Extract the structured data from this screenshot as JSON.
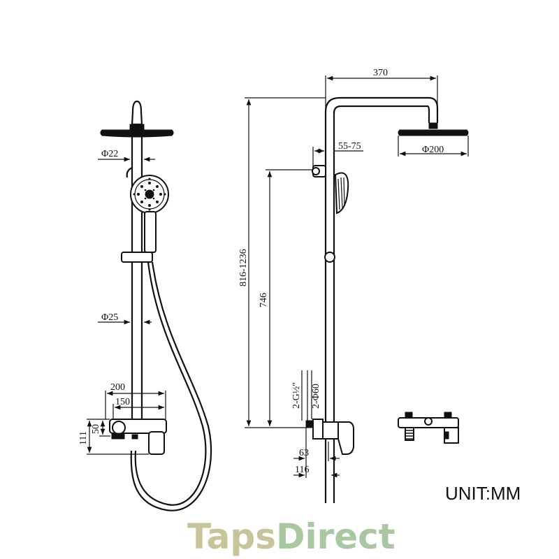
{
  "diagram": {
    "front_view": {
      "dim_head_rod_diameter": "Φ22",
      "dim_riser_diameter": "Φ25",
      "dim_valve_width_total": "200",
      "dim_valve_width_center": "150",
      "dim_valve_height_total": "111",
      "dim_valve_height_upper": "50"
    },
    "side_view": {
      "dim_arm_reach": "370",
      "dim_head_diameter": "Φ200",
      "dim_holder_offset": "55-75",
      "dim_height_range": "816-1236",
      "dim_holder_height": "746",
      "dim_inlet_thread": "2-G½\"",
      "dim_cover_diameter": "2-Φ60",
      "dim_wall_to_valve": "63",
      "dim_wall_to_riser": "116"
    },
    "unit_label": "UNIT:MM"
  },
  "brand": {
    "part1": "Taps",
    "part2": "Direct",
    "color1": "#c8c49a",
    "color2": "#a9c7a0"
  }
}
